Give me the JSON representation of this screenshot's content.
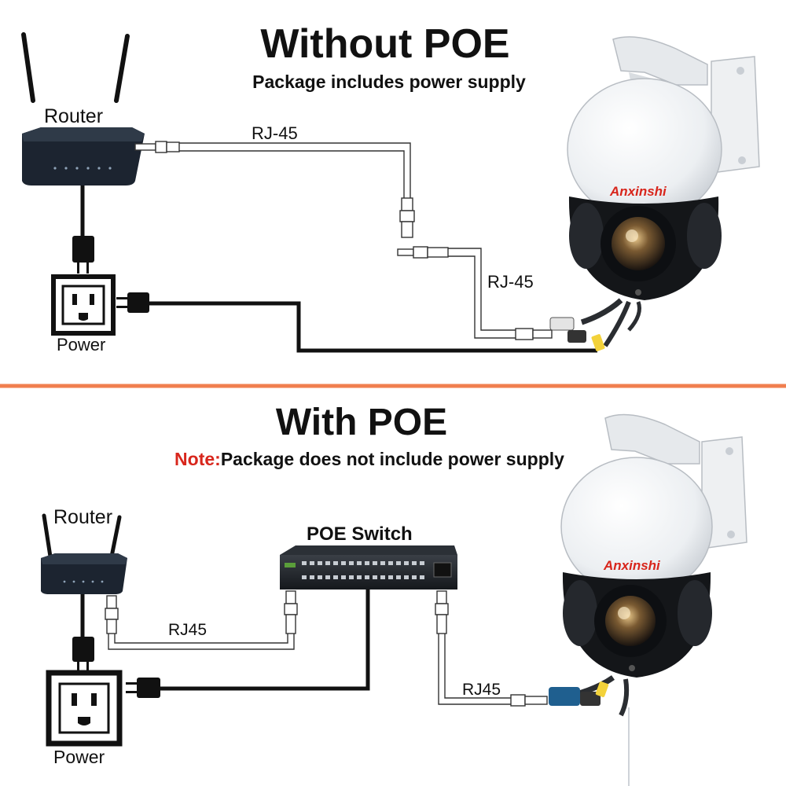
{
  "colors": {
    "divider": "#f07f4f",
    "note": "#d8261c",
    "brand_red": "#d8261c",
    "cable": "#111111",
    "device_dark": "#1c2430"
  },
  "without_poe": {
    "title": "Without POE",
    "subtitle": "Package includes power supply",
    "router_label": "Router",
    "power_label": "Power",
    "cable_label_top": "RJ-45",
    "cable_label_camera": "RJ-45",
    "camera_brand": "Anxinshi"
  },
  "with_poe": {
    "title": "With POE",
    "note_prefix": "Note:",
    "subtitle": "Package does not include power supply",
    "router_label": "Router",
    "power_label": "Power",
    "switch_label": "POE Switch",
    "cable_label_router": "RJ45",
    "cable_label_camera": "RJ45",
    "camera_brand": "Anxinshi"
  },
  "icons": [
    "router-icon",
    "power-outlet-icon",
    "power-adapter-icon",
    "rj45-connector-icon",
    "poe-switch-icon",
    "ptz-camera-icon"
  ]
}
